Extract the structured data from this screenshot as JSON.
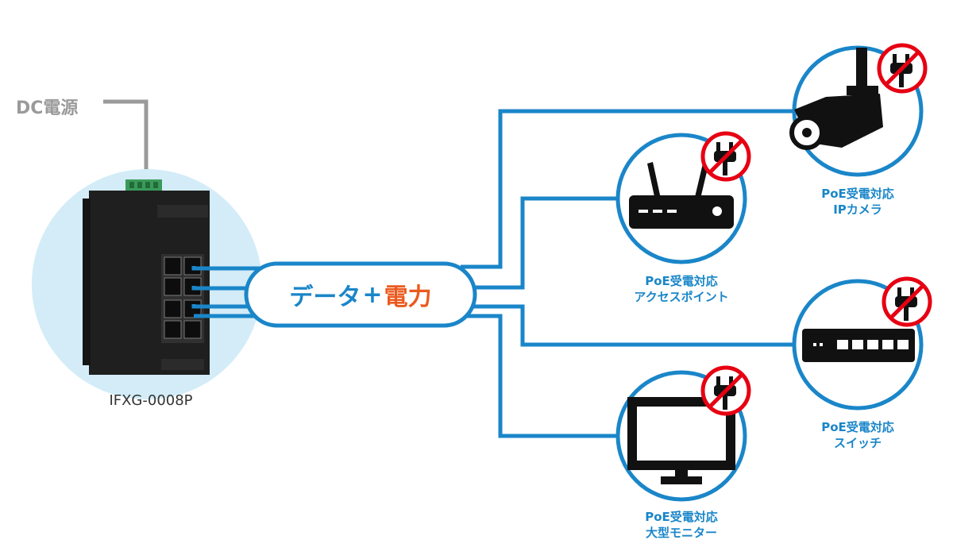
{
  "power": {
    "label": "DC電源"
  },
  "device": {
    "model": "IFXG-0008P"
  },
  "link": {
    "data_text": "データ",
    "plus": "+",
    "power_text": "電力"
  },
  "devices": [
    {
      "id": "ip-camera",
      "line1": "PoE受電対応",
      "line2": "IPカメラ"
    },
    {
      "id": "access-point",
      "line1": "PoE受電対応",
      "line2": "アクセスポイント"
    },
    {
      "id": "switch",
      "line1": "PoE受電対応",
      "line2": "スイッチ"
    },
    {
      "id": "monitor",
      "line1": "PoE受電対応",
      "line2": "大型モニター"
    }
  ],
  "colors": {
    "line": "#1a86c9",
    "power_accent": "#ea5a1e",
    "no_plug": "#e60012",
    "halo": "#d3ecf8",
    "dc_line": "#9a9a9a"
  }
}
